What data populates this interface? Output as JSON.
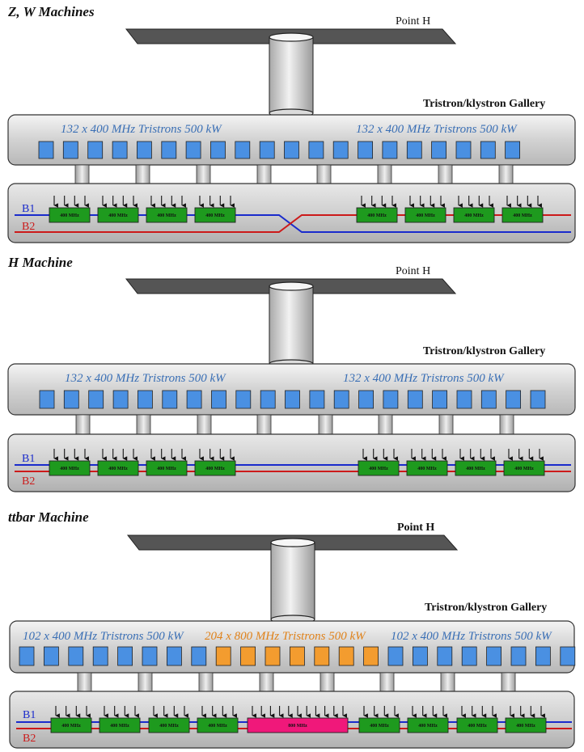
{
  "colors": {
    "tristron_400": "#4a90e2",
    "tristron_800": "#f39c2f",
    "cavity_400": "#1e9a1e",
    "cavity_800": "#f0187a",
    "beam_b1": "#1a2bcc",
    "beam_b2": "#cc1a1a",
    "label_400": "#3a6fb5",
    "label_800": "#e0821a"
  },
  "sections": [
    {
      "title": "Z, W Machines",
      "point_label": "Point H",
      "gallery_label": "Tristron/klystron Gallery",
      "tristron_labels": [
        {
          "text": "132 x 400 MHz Tristrons 500 kW",
          "kind": "400"
        },
        {
          "text": "132 x 400 MHz Tristrons 500 kW",
          "kind": "400"
        }
      ],
      "beam_labels": {
        "b1": "B1",
        "b2": "B2"
      },
      "crossing": true,
      "cavities": [
        {
          "label": "400 MHz",
          "kind": "400"
        },
        {
          "label": "400 MHz",
          "kind": "400"
        },
        {
          "label": "400 MHz",
          "kind": "400"
        },
        {
          "label": "400 MHz",
          "kind": "400"
        },
        {
          "label": "400 MHz",
          "kind": "400"
        },
        {
          "label": "400 MHz",
          "kind": "400"
        },
        {
          "label": "400 MHz",
          "kind": "400"
        },
        {
          "label": "400 MHz",
          "kind": "400"
        }
      ]
    },
    {
      "title": "H Machine",
      "point_label": "Point H",
      "gallery_label": "Tristron/klystron Gallery",
      "tristron_labels": [
        {
          "text": "132 x 400 MHz Tristrons 500 kW",
          "kind": "400"
        },
        {
          "text": "132 x 400 MHz Tristrons 500 kW",
          "kind": "400"
        }
      ],
      "beam_labels": {
        "b1": "B1",
        "b2": "B2"
      },
      "crossing": false,
      "cavities": [
        {
          "label": "400 MHz",
          "kind": "400"
        },
        {
          "label": "400 MHz",
          "kind": "400"
        },
        {
          "label": "400 MHz",
          "kind": "400"
        },
        {
          "label": "400 MHz",
          "kind": "400"
        },
        {
          "label": "400 MHz",
          "kind": "400"
        },
        {
          "label": "400 MHz",
          "kind": "400"
        },
        {
          "label": "400 MHz",
          "kind": "400"
        },
        {
          "label": "400 MHz",
          "kind": "400"
        }
      ]
    },
    {
      "title": "ttbar Machine",
      "point_label": "Point H",
      "gallery_label": "Tristron/klystron Gallery",
      "tristron_labels": [
        {
          "text": "102 x 400 MHz Tristrons 500 kW",
          "kind": "400"
        },
        {
          "text": "204 x 800 MHz Tristrons 500 kW",
          "kind": "800"
        },
        {
          "text": "102 x 400 MHz Tristrons 500 kW",
          "kind": "400"
        }
      ],
      "beam_labels": {
        "b1": "B1",
        "b2": "B2"
      },
      "crossing": false,
      "cavities": [
        {
          "label": "400 MHz",
          "kind": "400"
        },
        {
          "label": "400 MHz",
          "kind": "400"
        },
        {
          "label": "400 MHz",
          "kind": "400"
        },
        {
          "label": "400 MHz",
          "kind": "400"
        },
        {
          "label": "800 MHz",
          "kind": "800"
        },
        {
          "label": "400 MHz",
          "kind": "400"
        },
        {
          "label": "400 MHz",
          "kind": "400"
        },
        {
          "label": "400 MHz",
          "kind": "400"
        },
        {
          "label": "400 MHz",
          "kind": "400"
        }
      ]
    }
  ]
}
